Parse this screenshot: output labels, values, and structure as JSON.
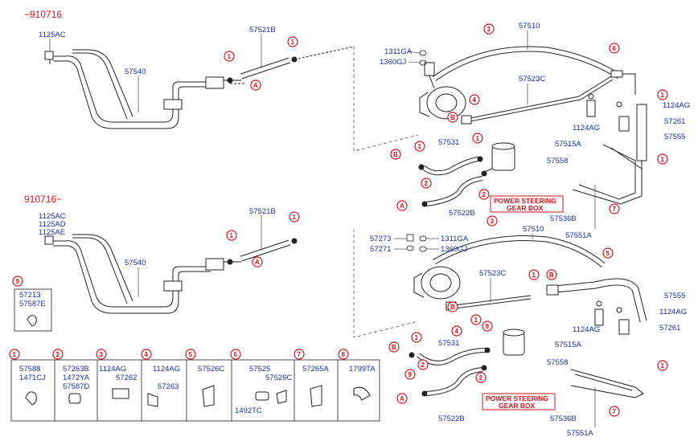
{
  "headers": {
    "top": "−910716",
    "middle": "910716−"
  },
  "circle_markers": [
    "1",
    "2",
    "3",
    "4",
    "5",
    "6",
    "7",
    "8",
    "9"
  ],
  "point_markers": [
    "A",
    "B"
  ],
  "gearbox": {
    "line1": "POWER STEERING",
    "line2": "GEAR BOX"
  },
  "top": {
    "1125AC": "1125AC",
    "57540": "57540",
    "57521B": "57521B",
    "1311GA": "1311GA",
    "1360GJ": "1360GJ",
    "57510": "57510",
    "57523C": "57523C",
    "1124AG_r": "1124AG",
    "1124AG_l": "1124AG",
    "57261": "57261",
    "57555": "57555",
    "57531": "57531",
    "57515A": "57515A",
    "57558": "57558",
    "57522B": "57522B",
    "57536B": "57536B",
    "57551A": "57551A"
  },
  "middle": {
    "1125AC": "1125AC",
    "1125AD": "1125AD",
    "1125AE": "1125AE",
    "57540": "57540",
    "57521B": "57521B",
    "57273": "57273",
    "57271": "57271",
    "1311GA": "1311GA",
    "1360GJ": "1360GJ",
    "57510": "57510",
    "57523C": "57523C",
    "57555": "57555",
    "1124AG_r": "1124AG",
    "1124AG_l": "1124AG",
    "57261": "57261",
    "57531": "57531",
    "57515A": "57515A",
    "57558": "57558",
    "57522B": "57522B",
    "57536B": "57536B",
    "57551A": "57551A"
  },
  "legend9": {
    "a": "57213",
    "b": "57587E"
  },
  "legend": {
    "1": [
      "57588",
      "1471CJ"
    ],
    "2": [
      "57263B",
      "1472YA",
      "57587D"
    ],
    "3": [
      "1124AG",
      "57262"
    ],
    "4": [
      "1124AG",
      "57263"
    ],
    "5": [
      "57526C"
    ],
    "6": [
      "57525",
      "57526C",
      "1492TC"
    ],
    "7": [
      "57265A"
    ],
    "8": [
      "1799TA"
    ]
  }
}
